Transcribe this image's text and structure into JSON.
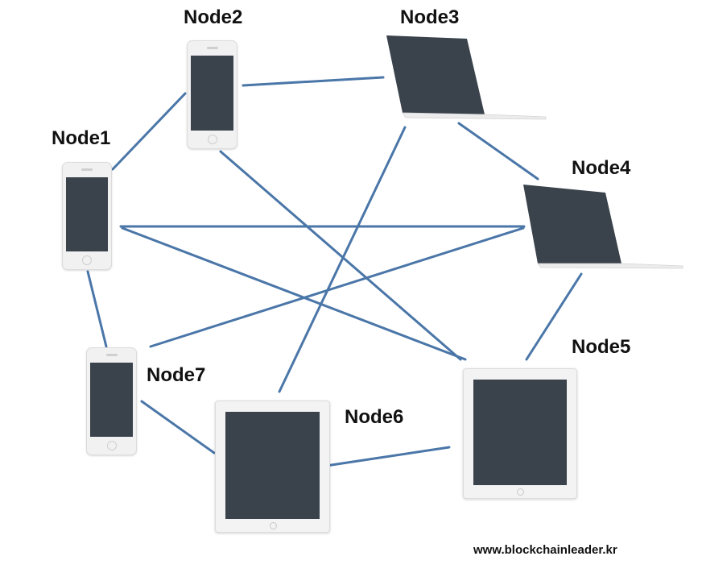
{
  "diagram": {
    "line_color": "#4a76a8",
    "screen_color": "#3a424c",
    "nodes": [
      {
        "id": "node1",
        "label": "Node1",
        "device": "phone"
      },
      {
        "id": "node2",
        "label": "Node2",
        "device": "phone"
      },
      {
        "id": "node3",
        "label": "Node3",
        "device": "laptop"
      },
      {
        "id": "node4",
        "label": "Node4",
        "device": "laptop"
      },
      {
        "id": "node5",
        "label": "Node5",
        "device": "tablet"
      },
      {
        "id": "node6",
        "label": "Node6",
        "device": "tablet"
      },
      {
        "id": "node7",
        "label": "Node7",
        "device": "phone"
      }
    ],
    "edges": [
      [
        "node1",
        "node2"
      ],
      [
        "node2",
        "node3"
      ],
      [
        "node3",
        "node4"
      ],
      [
        "node4",
        "node5"
      ],
      [
        "node5",
        "node6"
      ],
      [
        "node6",
        "node7"
      ],
      [
        "node7",
        "node1"
      ],
      [
        "node1",
        "node4"
      ],
      [
        "node1",
        "node5"
      ],
      [
        "node2",
        "node5"
      ],
      [
        "node3",
        "node6"
      ],
      [
        "node4",
        "node7"
      ]
    ]
  },
  "footer": {
    "credit": "www.blockchainleader.kr"
  }
}
